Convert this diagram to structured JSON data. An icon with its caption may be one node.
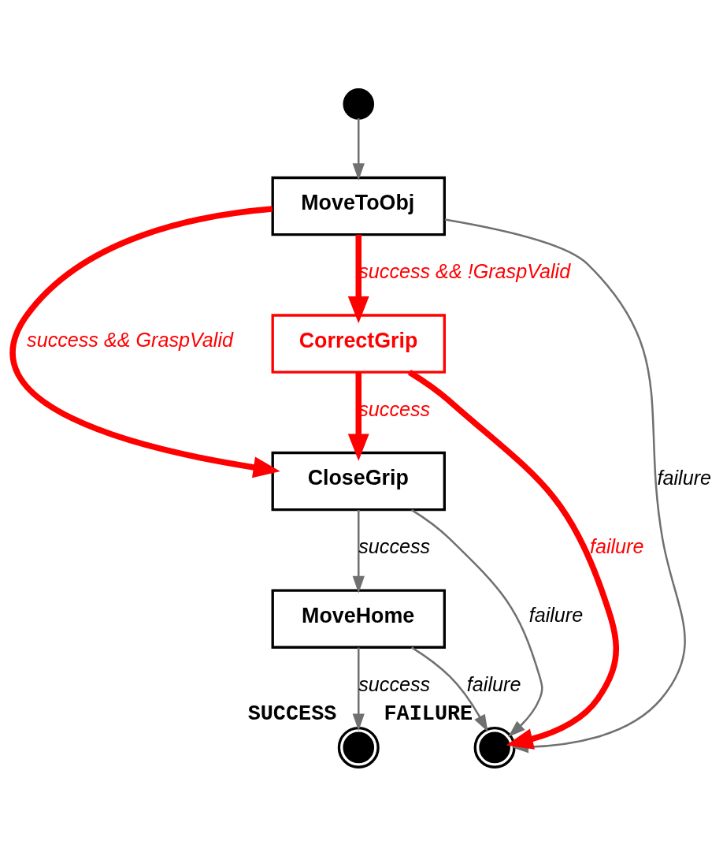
{
  "diagram": {
    "nodes": [
      {
        "text": [],
        "shape": "circle"
      },
      {
        "text": [
          "MoveToObj"
        ]
      },
      {
        "text": [
          "CorrectGrip"
        ]
      },
      {
        "text": [
          "CloseGrip"
        ]
      },
      {
        "text": [
          "MoveHome"
        ]
      },
      {
        "text": [],
        "shape": "circle",
        "beside": [
          "SUCCESS"
        ]
      },
      {
        "text": [],
        "shape": "circle",
        "beside": [
          "FAILURE"
        ]
      }
    ],
    "edges": [
      {
        "from": 0,
        "to": 1,
        "arrow": "to"
      },
      {
        "from": 1,
        "to": 2,
        "arrow": "to",
        "label": "success && !GraspValid",
        "style": "thick",
        "color": "#ff0000"
      },
      {
        "from": 1,
        "to": 3,
        "arrow": "to",
        "label": "success && GraspValid",
        "style": "thick",
        "color": "#ff0000"
      },
      {
        "from": 1,
        "to": 6,
        "arrow": "to",
        "label": "failure"
      },
      {
        "from": 2,
        "to": 6,
        "arrow": "to",
        "label": "failure",
        "style": "thick",
        "color": "#ff0000"
      },
      {
        "from": 2,
        "to": 3,
        "arrow": "to",
        "label": "success",
        "style": "thick",
        "color": "#ff0000"
      },
      {
        "from": 3,
        "to": 4,
        "arrow": "to",
        "label": "success"
      },
      {
        "from": 3,
        "to": 6,
        "arrow": "to",
        "label": "failure"
      },
      {
        "from": 4,
        "to": 5,
        "arrow": "to",
        "label": "success"
      },
      {
        "from": 4,
        "to": 6,
        "arrow": "to",
        "label": "failure"
      }
    ]
  }
}
